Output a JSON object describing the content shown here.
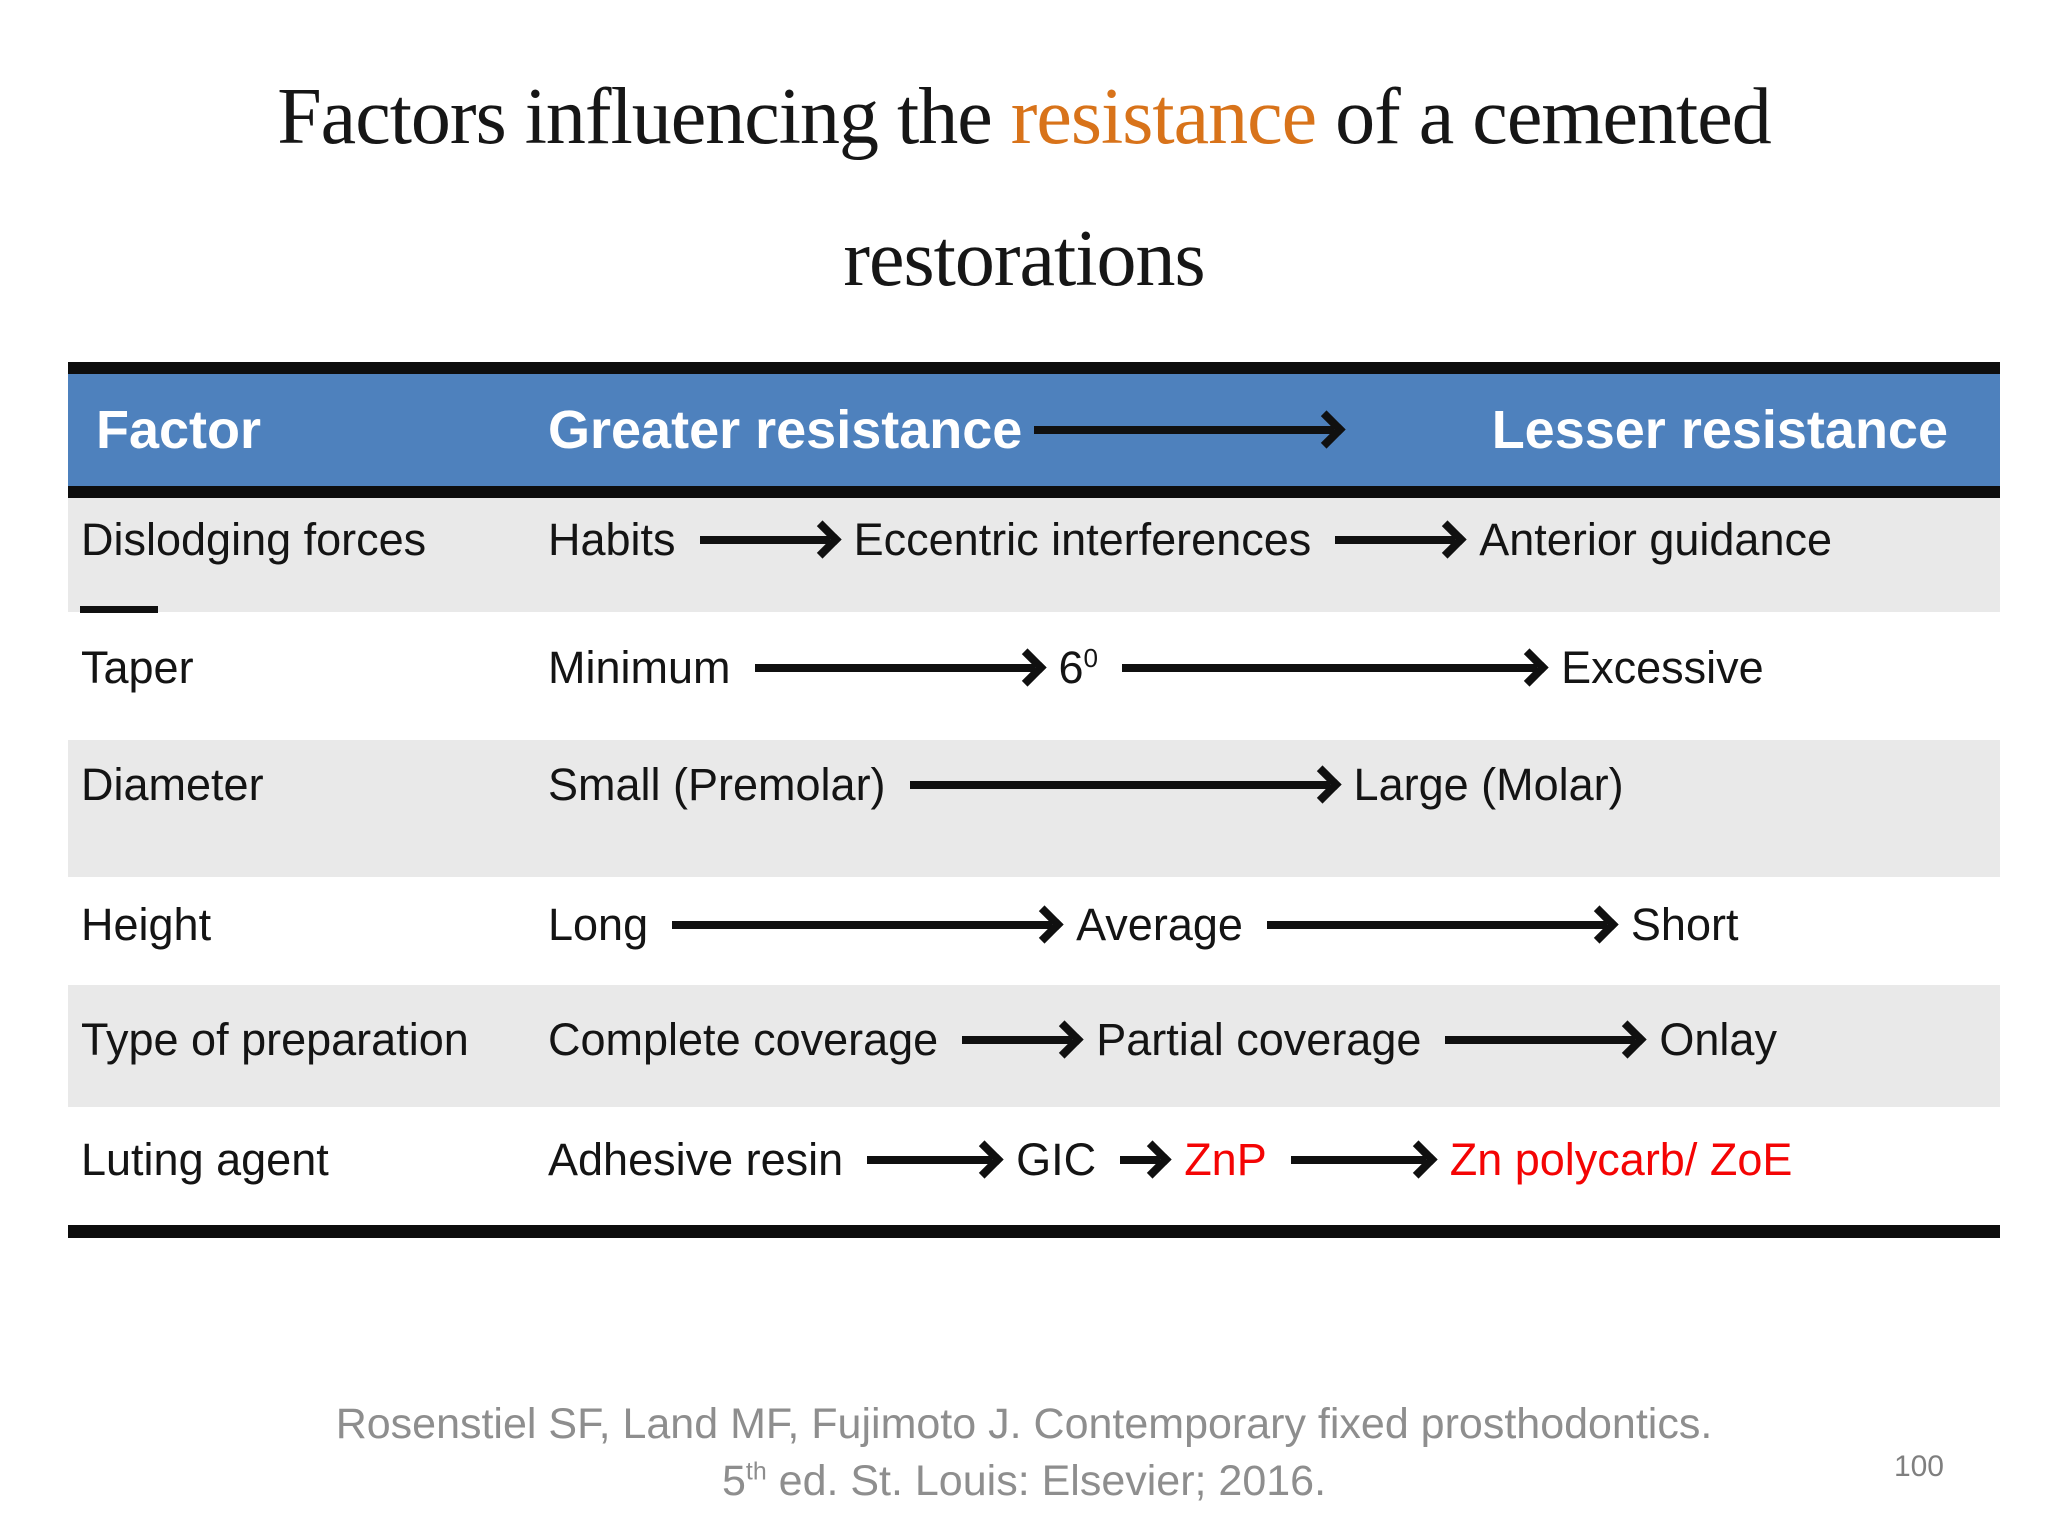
{
  "slide": {
    "title": {
      "pre": "Factors influencing the ",
      "highlight": "resistance",
      "post": " of a cemented",
      "line2": "restorations"
    },
    "table": {
      "header": {
        "factor": "Factor",
        "greater": "Greater resistance",
        "lesser": "Lesser resistance"
      },
      "rows": [
        {
          "factor": "Dislodging forces",
          "segments": [
            {
              "t": "Habits"
            },
            {
              "arrow": 160
            },
            {
              "t": "Eccentric interferences"
            },
            {
              "arrow": 150
            },
            {
              "t": "Anterior guidance"
            }
          ]
        },
        {
          "factor": "Taper",
          "segments": [
            {
              "t": "Minimum"
            },
            {
              "arrow": 310
            },
            {
              "t": "6",
              "sup": "0"
            },
            {
              "arrow": 445
            },
            {
              "t": "Excessive"
            }
          ]
        },
        {
          "factor": "Diameter",
          "segments": [
            {
              "t": "Small (Premolar)"
            },
            {
              "arrow": 450
            },
            {
              "t": "Large (Molar)"
            }
          ]
        },
        {
          "factor": "Height",
          "segments": [
            {
              "t": "Long"
            },
            {
              "arrow": 410
            },
            {
              "t": "Average"
            },
            {
              "arrow": 370
            },
            {
              "t": "Short"
            }
          ]
        },
        {
          "factor": "Type of preparation",
          "segments": [
            {
              "t": "Complete coverage"
            },
            {
              "arrow": 140
            },
            {
              "t": "Partial coverage"
            },
            {
              "arrow": 220
            },
            {
              "t": "Onlay"
            }
          ]
        },
        {
          "factor": "Luting agent",
          "segments": [
            {
              "t": "Adhesive resin"
            },
            {
              "arrow": 155
            },
            {
              "t": "GIC"
            },
            {
              "arrow": 70
            },
            {
              "t": "ZnP",
              "red": true
            },
            {
              "arrow": 165
            },
            {
              "t": "Zn polycarb/ ZoE",
              "red": true
            }
          ]
        }
      ]
    },
    "citation": {
      "line1": "Rosenstiel SF, Land MF, Fujimoto J. Contemporary fixed prosthodontics.",
      "line2_base": "5",
      "line2_sup": "th",
      "line2_rest": " ed. St. Louis: Elsevier; 2016."
    },
    "page_number": "100",
    "colors": {
      "header_blue": "#4E81BD",
      "row_gray": "#E9E9E9",
      "accent_orange": "#D8731A",
      "warn_red": "#F40404",
      "border_black": "#0D0D0D",
      "citation_gray": "#8E8E8E"
    }
  }
}
